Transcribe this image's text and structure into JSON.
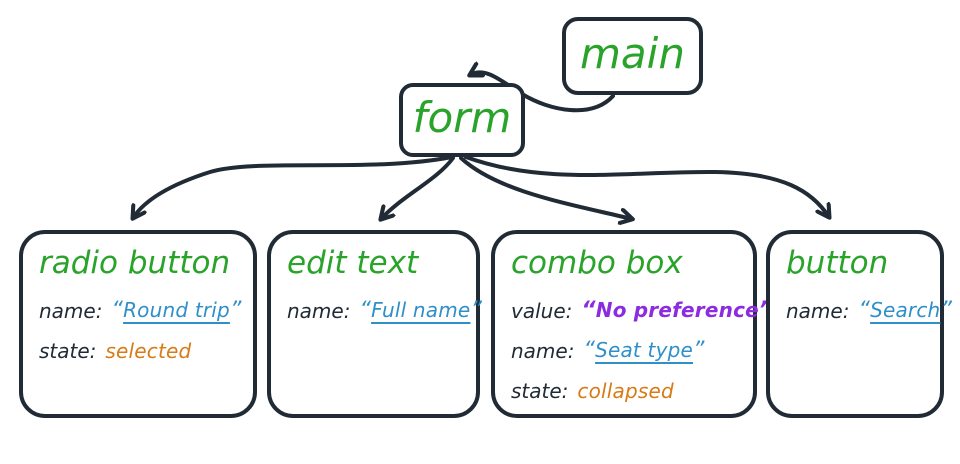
{
  "colors": {
    "stroke": "#212b36",
    "green": "#29a32a",
    "blue": "#2e8fc9",
    "orange": "#d87a15",
    "purple": "#8c2be0"
  },
  "nodes": {
    "main": {
      "title": "main"
    },
    "form": {
      "title": "form"
    },
    "children": [
      {
        "title": "radio button",
        "props": [
          {
            "label": "name:",
            "open_quote": "“",
            "value": "Round trip",
            "close_quote": "”"
          },
          {
            "label": "state:",
            "open_quote": "",
            "value": "selected",
            "close_quote": ""
          }
        ]
      },
      {
        "title": "edit text",
        "props": [
          {
            "label": "name:",
            "open_quote": "“",
            "value": "Full name",
            "close_quote": "”"
          }
        ]
      },
      {
        "title": "combo box",
        "props": [
          {
            "label": "value:",
            "open_quote": "“",
            "value": "No preference",
            "close_quote": "”"
          },
          {
            "label": "name:",
            "open_quote": "“",
            "value": "Seat type",
            "close_quote": "”"
          },
          {
            "label": "state:",
            "open_quote": "",
            "value": "collapsed",
            "close_quote": ""
          }
        ]
      },
      {
        "title": "button",
        "props": [
          {
            "label": "name:",
            "open_quote": "“",
            "value": "Search",
            "close_quote": "”"
          }
        ]
      }
    ]
  }
}
